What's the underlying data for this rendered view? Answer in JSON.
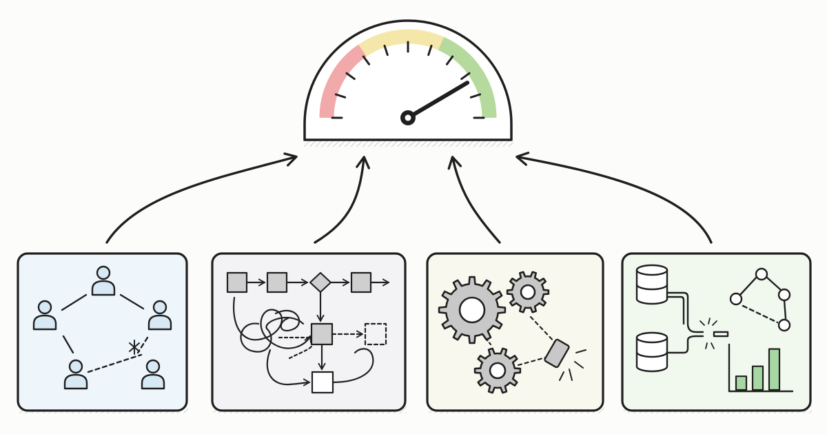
{
  "colors": {
    "ink": "#1f1f1f",
    "paper": "#ffffff",
    "background": "#fcfcfa",
    "gauge_red": "#ef9a9a",
    "gauge_yellow": "#f3e39a",
    "gauge_green": "#a9d48c",
    "people_fill": "#d7e9f5",
    "box_fill": "#cfcfcf",
    "gear_fill": "#c8c8c8",
    "chart_fill": "#a7d8a4",
    "panel_people_tint": "#eef6fb",
    "panel_flow_tint": "#f3f3f6",
    "panel_gears_tint": "#f8f8ee",
    "panel_data_tint": "#f1f8ee"
  },
  "gauge": {
    "needle_level": 0.83,
    "tick_count": 11,
    "zones": [
      "red",
      "yellow",
      "green"
    ]
  },
  "panels": [
    {
      "id": "people",
      "icon": "people-network-icon",
      "people_count": 5
    },
    {
      "id": "flow",
      "icon": "process-flow-icon",
      "box_count": 7
    },
    {
      "id": "gears",
      "icon": "gears-icon",
      "gear_count": 3
    },
    {
      "id": "data",
      "icon": "data-integration-icon",
      "bar_values": [
        0.3,
        0.52,
        0.9
      ]
    }
  ]
}
